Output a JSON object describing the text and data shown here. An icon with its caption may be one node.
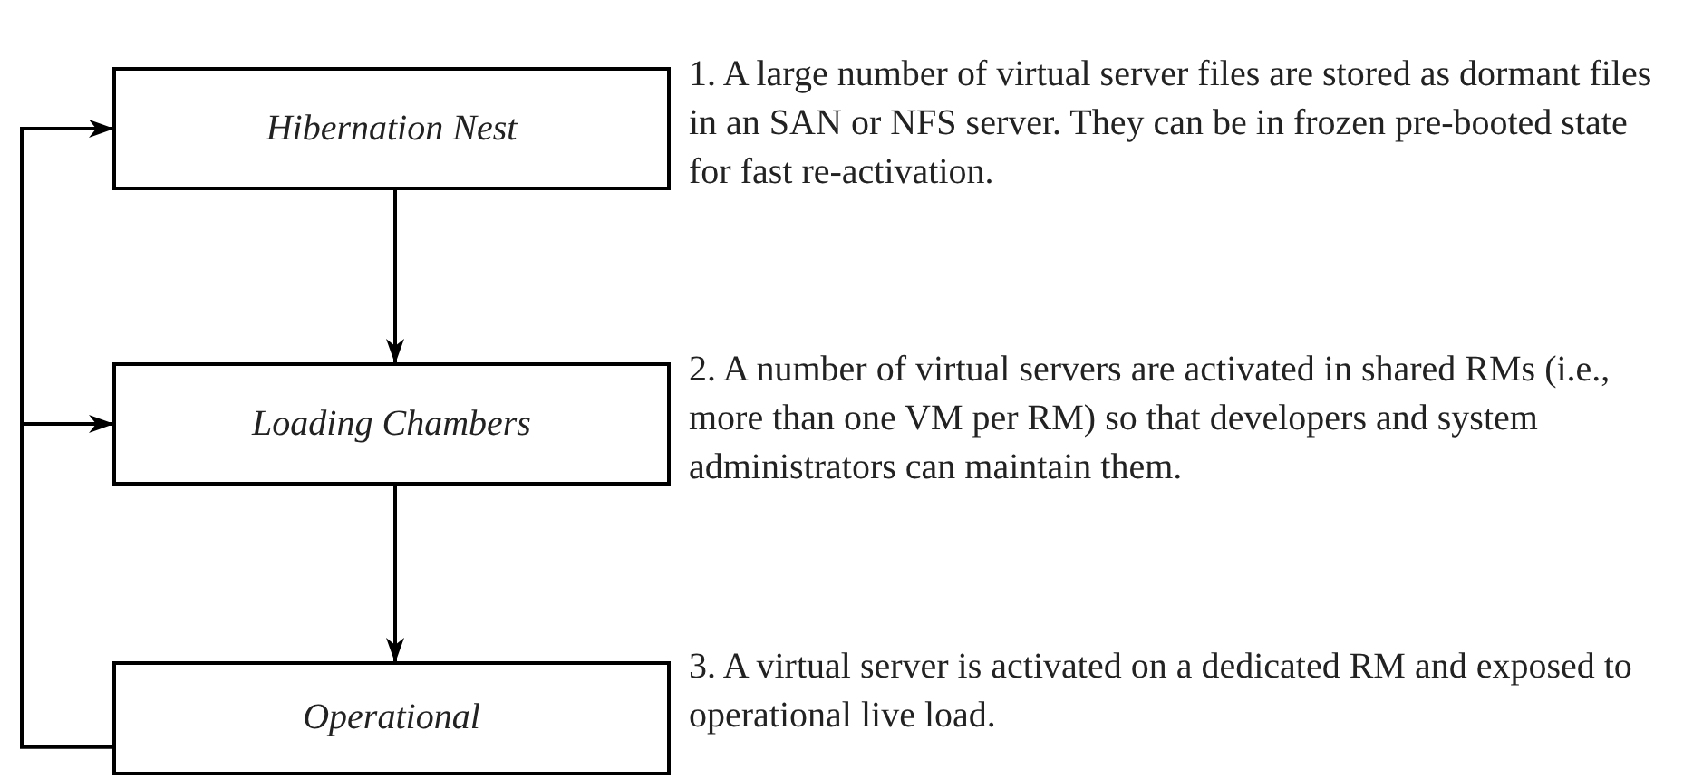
{
  "diagram": {
    "nodes": [
      {
        "text": [
          "Hibernation Nest"
        ],
        "beside": [
          "1. A large number of virtual server files are stored as dormant files in an SAN or NFS server. They can be in frozen pre-booted state for fast re-activation."
        ]
      },
      {
        "text": [
          "Loading Chambers"
        ],
        "beside": [
          "2. A number of virtual servers are activated in shared RMs (i.e., more than one VM per RM) so that developers and system administrators can maintain them."
        ]
      },
      {
        "text": [
          "Operational"
        ],
        "beside": [
          "3. A virtual server is activated on a dedicated RM and exposed to operational live load."
        ]
      }
    ],
    "edges": [
      {
        "from": 0,
        "to": 1,
        "arrow": "to"
      },
      {
        "from": 1,
        "to": 2,
        "arrow": "to"
      },
      {
        "from": 2,
        "to": 0,
        "arrow": "to"
      },
      {
        "from": 2,
        "to": 1,
        "arrow": "to"
      }
    ]
  }
}
